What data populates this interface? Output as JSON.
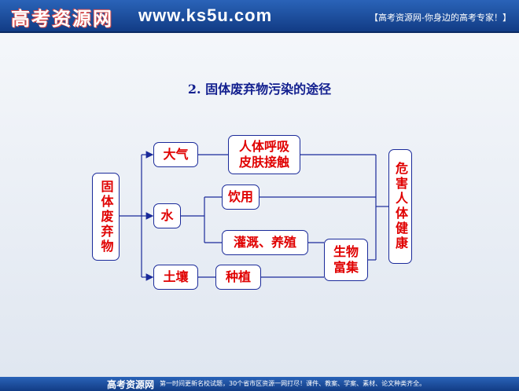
{
  "header": {
    "logo": "高考资源网",
    "site": "www.ks5u.com",
    "slogan": "【高考资源网-你身边的高考专家！】"
  },
  "title": "2. 固体废弃物污染的途径",
  "diagram": {
    "source": "固体废弃物",
    "air": "大气",
    "water": "水",
    "soil": "土壤",
    "inhale": "人体呼吸 皮肤接触",
    "drink": "饮用",
    "irrigate": "灌溉、养殖",
    "plant": "种植",
    "accumulate": "生物 富集",
    "harm": "危害人体健康"
  },
  "footer": {
    "logo": "高考资源网",
    "text": "第一时间更新名校试题，30个省市区资源一网打尽！课件、教案、学案、素材、论文种类齐全。"
  }
}
